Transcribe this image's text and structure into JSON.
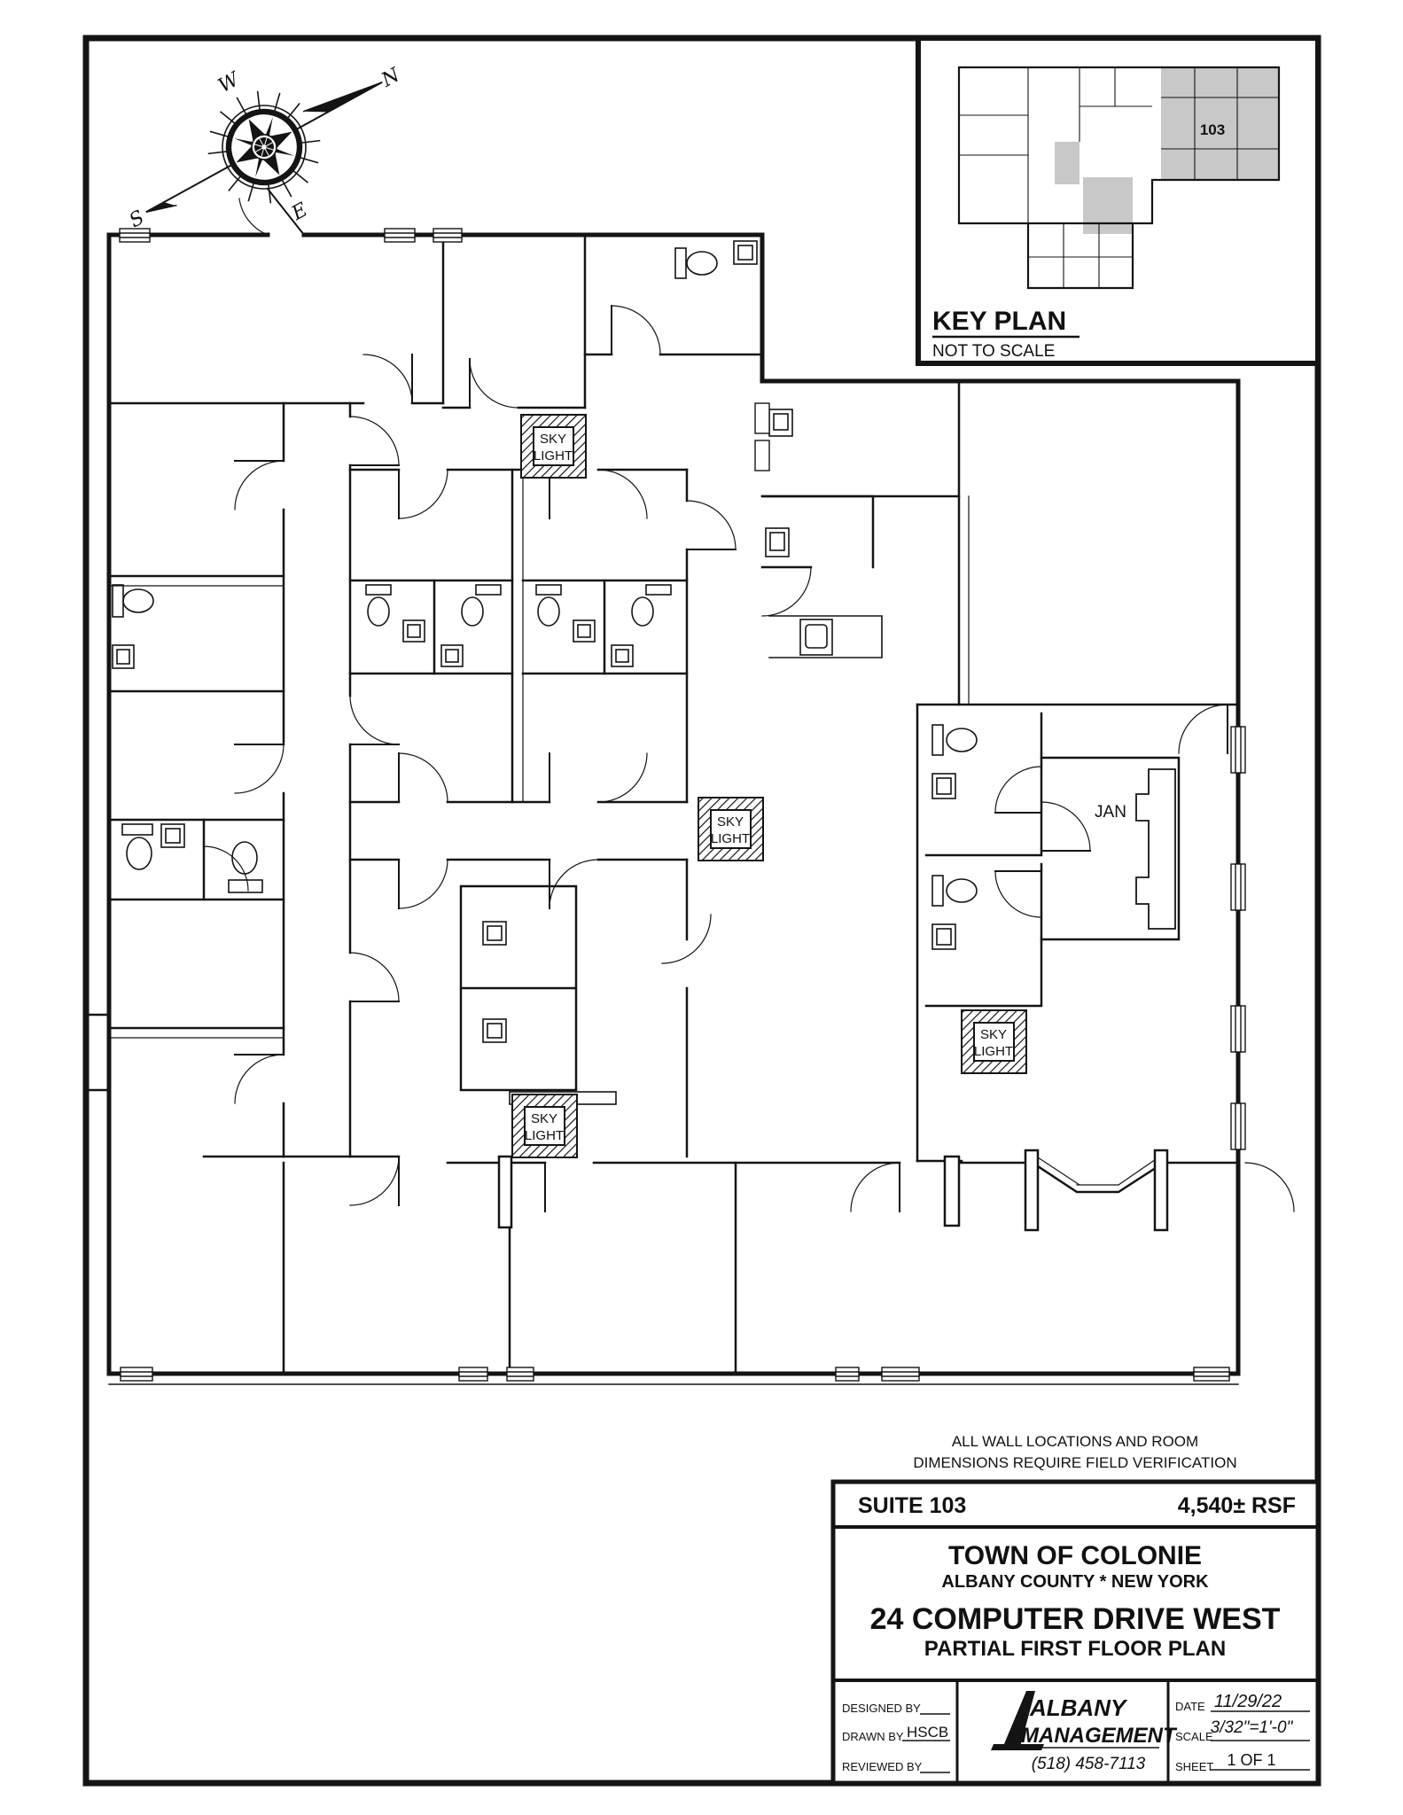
{
  "key_plan": {
    "title": "KEY PLAN",
    "subtitle": "NOT TO SCALE",
    "suite_label": "103"
  },
  "notes": {
    "line1": "ALL  WALL  LOCATIONS  AND  ROOM",
    "line2": "DIMENSIONS  REQUIRE  FIELD  VERIFICATION"
  },
  "compass": {
    "north": "N",
    "south": "S",
    "east": "E",
    "west": "W"
  },
  "plan": {
    "skylight_word1": "SKY",
    "skylight_word2": "LIGHT",
    "jan_label": "JAN"
  },
  "title_block": {
    "suite": "SUITE 103",
    "area": "4,540± RSF",
    "municipality": "TOWN OF COLONIE",
    "county_line": "ALBANY COUNTY * NEW YORK",
    "address": "24 COMPUTER DRIVE WEST",
    "plan_title": "PARTIAL FIRST FLOOR PLAN",
    "designed_by_label": "DESIGNED BY",
    "drawn_by_label": "DRAWN BY",
    "drawn_by_value": "HSCB",
    "reviewed_by_label": "REVIEWED BY",
    "company_line1": "ALBANY",
    "company_line2": "MANAGEMENT",
    "phone": "(518)  458-7113",
    "date_label": "DATE",
    "date_value": "11/29/22",
    "scale_label": "SCALE",
    "scale_value": "3/32\"=1'-0\"",
    "sheet_label": "SHEET",
    "sheet_value": "1 OF 1"
  }
}
